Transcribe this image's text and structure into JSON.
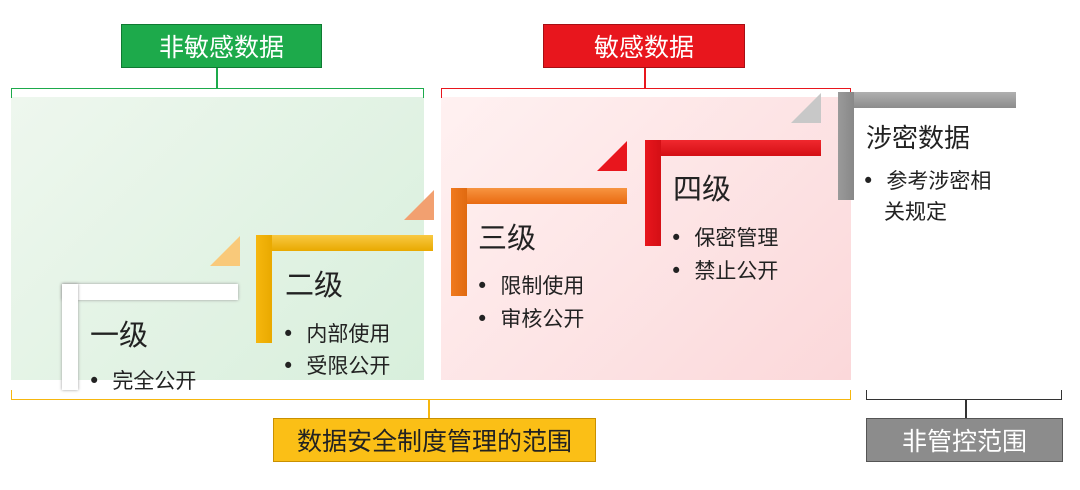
{
  "top_labels": {
    "non_sensitive": "非敏感数据",
    "sensitive": "敏感数据"
  },
  "levels": [
    {
      "title": "一级",
      "items": [
        "完全公开"
      ],
      "color": "#ffffff"
    },
    {
      "title": "二级",
      "items": [
        "内部使用",
        "受限公开"
      ],
      "color": "#f6b70e"
    },
    {
      "title": "三级",
      "items": [
        "限制使用",
        "审核公开"
      ],
      "color": "#f07a1e"
    },
    {
      "title": "四级",
      "items": [
        "保密管理",
        "禁止公开"
      ],
      "color": "#e8161d"
    },
    {
      "title": "涉密数据",
      "items": [
        "参考涉密相",
        "关规定"
      ],
      "color": "#9a9a9a"
    }
  ],
  "bottom_labels": {
    "scope": "数据安全制度管理的范围",
    "uncontrolled": "非管控范围"
  },
  "colors": {
    "green": "#1daa4b",
    "red": "#e8161d",
    "yellow": "#fbbf16",
    "gray": "#8c8c8c"
  }
}
